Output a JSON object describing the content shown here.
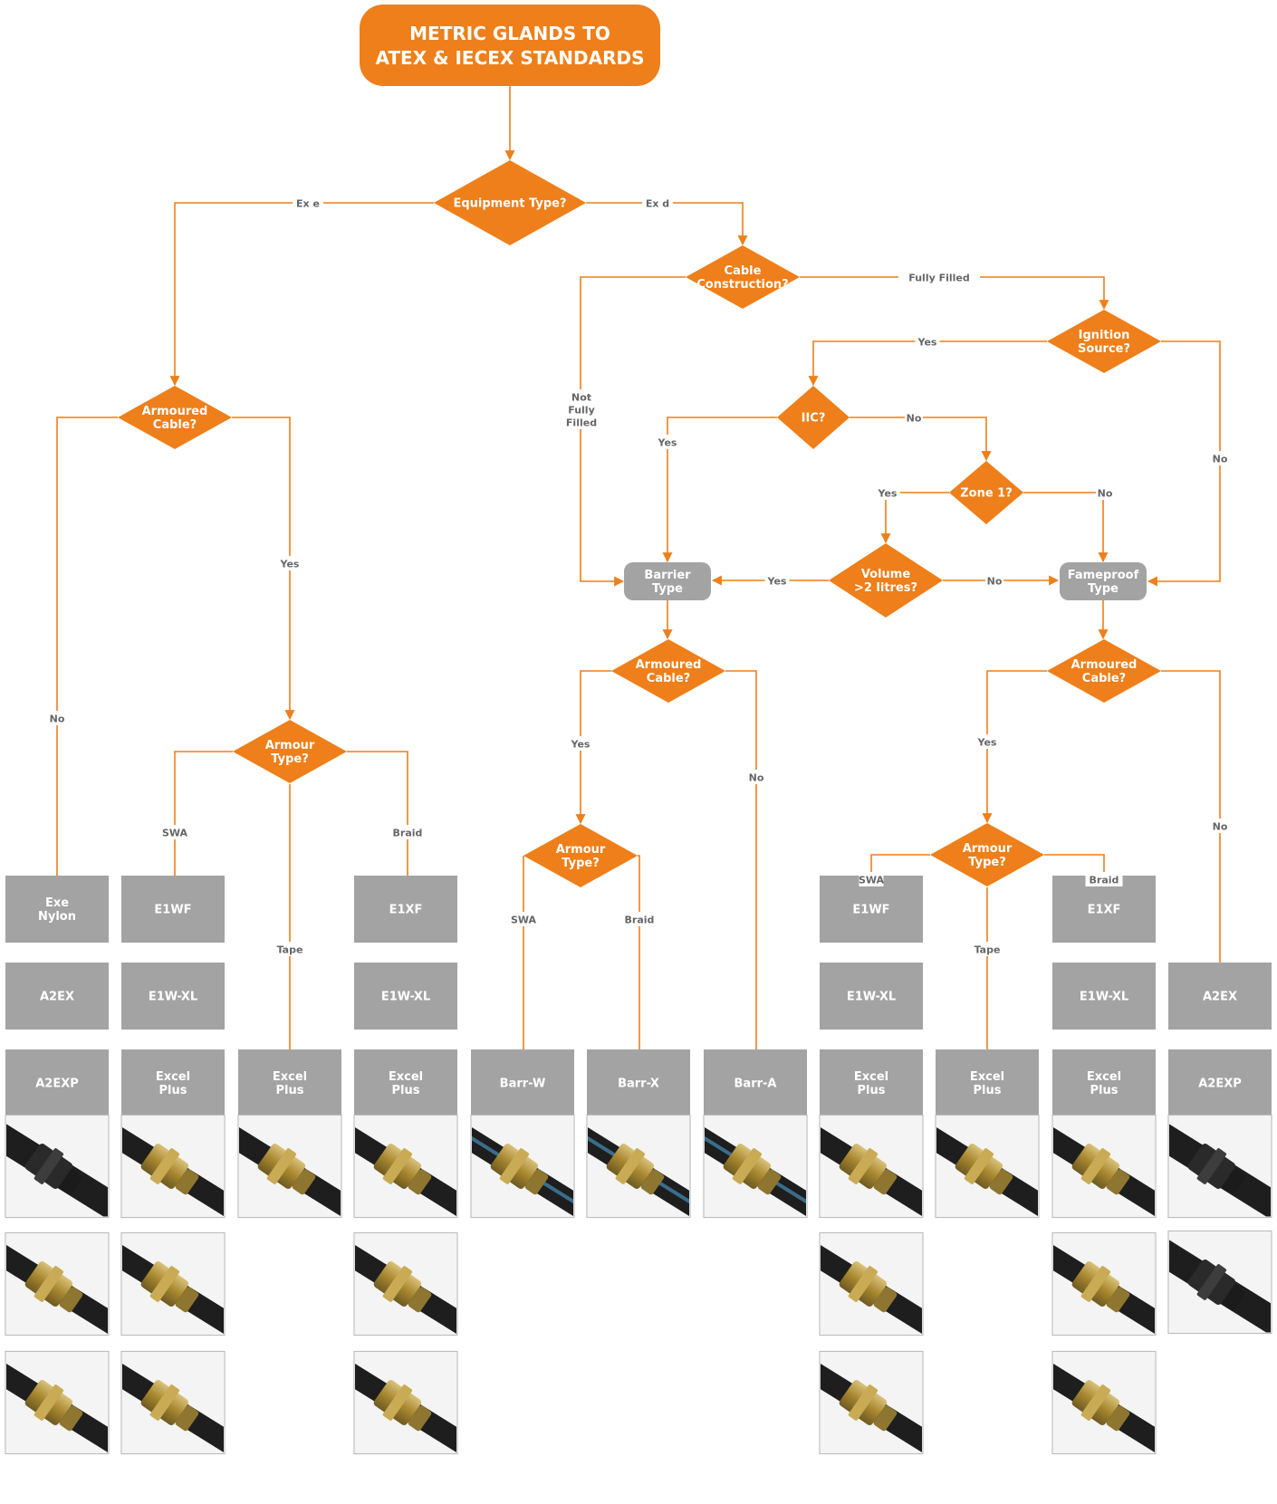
{
  "title": {
    "line1": "METRIC GLANDS TO",
    "line2": "ATEX & IECEX STANDARDS"
  },
  "colors": {
    "accent": "#ee7f1a",
    "box": "#a3a3a3",
    "label": "#666666",
    "brass": "#b09338",
    "cable": "#1e1e1e"
  },
  "decisions": {
    "equipment": [
      "Equipment Type?"
    ],
    "cable_construction": [
      "Cable",
      "Construction?"
    ],
    "ignition": [
      "Ignition",
      "Source?"
    ],
    "armoured_left": [
      "Armoured",
      "Cable?"
    ],
    "iic": [
      "IIC?"
    ],
    "zone1": [
      "Zone 1?"
    ],
    "volume": [
      "Volume",
      ">2 litres?"
    ],
    "armour_type_left": [
      "Armour",
      "Type?"
    ],
    "armoured_mid": [
      "Armoured",
      "Cable?"
    ],
    "armoured_right": [
      "Armoured",
      "Cable?"
    ],
    "armour_type_mid": [
      "Armour",
      "Type?"
    ],
    "armour_type_right": [
      "Armour",
      "Type?"
    ]
  },
  "pills": {
    "barrier": [
      "Barrier",
      "Type"
    ],
    "flameproof": [
      "Fameproof",
      "Type"
    ]
  },
  "edge_labels": {
    "ex_e": "Ex e",
    "ex_d": "Ex d",
    "fully_filled": "Fully Filled",
    "not_fully_filled": [
      "Not",
      "Fully",
      "Filled"
    ],
    "ign_yes": "Yes",
    "ign_no": "No",
    "arm_left_no": "No",
    "arm_left_yes": "Yes",
    "iic_yes": "Yes",
    "iic_no": "No",
    "zone_yes": "Yes",
    "zone_no": "No",
    "vol_yes": "Yes",
    "vol_no": "No",
    "swa_left": "SWA",
    "tape_left": "Tape",
    "braid_left": "Braid",
    "mid_yes": "Yes",
    "mid_no": "No",
    "swa_mid": "SWA",
    "braid_mid": "Braid",
    "right_yes": "Yes",
    "right_no": "No",
    "swa_right": "SWA",
    "tape_right": "Tape",
    "braid_right": "Braid"
  },
  "columns": [
    {
      "items": [
        [
          "Exe",
          "Nylon"
        ],
        [
          "A2EX"
        ],
        [
          "A2EXP"
        ]
      ],
      "photos": 3
    },
    {
      "items": [
        [
          "E1WF"
        ],
        [
          "E1W-XL"
        ],
        [
          "Excel",
          "Plus"
        ]
      ],
      "photos": 3
    },
    {
      "items": [
        [],
        [],
        [
          "Excel",
          "Plus"
        ]
      ],
      "photos": 1
    },
    {
      "items": [
        [
          "E1XF"
        ],
        [
          "E1W-XL"
        ],
        [
          "Excel",
          "Plus"
        ]
      ],
      "photos": 3
    },
    {
      "items": [
        [],
        [],
        [
          "Barr-W"
        ]
      ],
      "photos": 1
    },
    {
      "items": [
        [],
        [],
        [
          "Barr-X"
        ]
      ],
      "photos": 1
    },
    {
      "items": [
        [],
        [],
        [
          "Barr-A"
        ]
      ],
      "photos": 1
    },
    {
      "items": [
        [
          "E1WF"
        ],
        [
          "E1W-XL"
        ],
        [
          "Excel",
          "Plus"
        ]
      ],
      "photos": 3
    },
    {
      "items": [
        [],
        [],
        [
          "Excel",
          "Plus"
        ]
      ],
      "photos": 1
    },
    {
      "items": [
        [
          "E1XF"
        ],
        [
          "E1W-XL"
        ],
        [
          "Excel",
          "Plus"
        ]
      ],
      "photos": 3
    },
    {
      "items": [
        [],
        [
          "A2EX"
        ],
        [
          "A2EXP"
        ]
      ],
      "photos": 2
    }
  ]
}
